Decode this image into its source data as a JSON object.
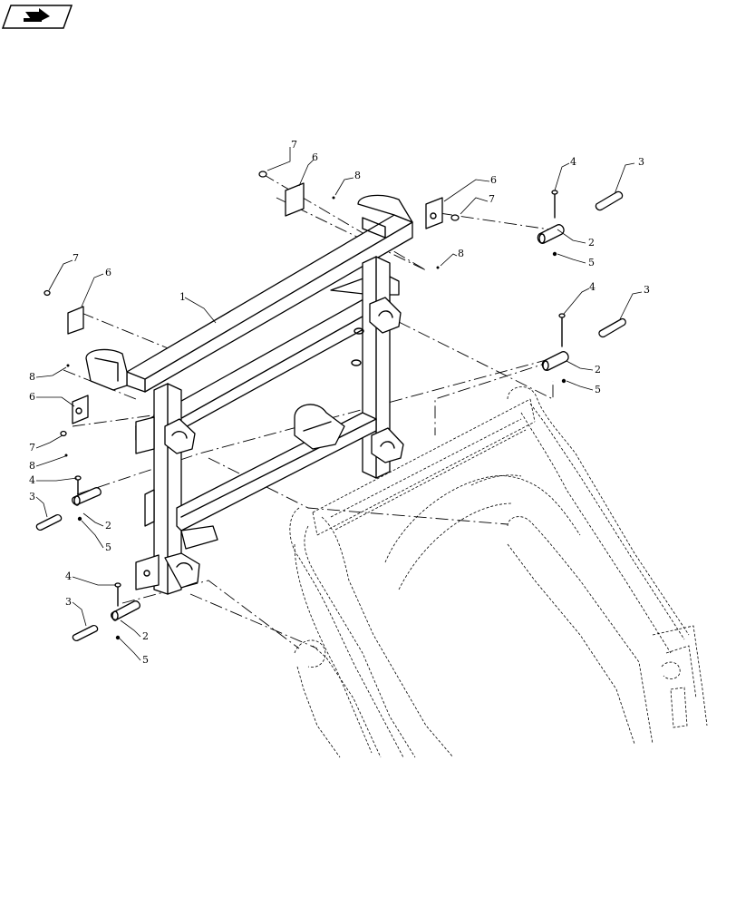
{
  "nav_icon": "back-arrow-icon",
  "callouts": [
    {
      "id": "c7a",
      "text": "7"
    },
    {
      "id": "c6a",
      "text": "6"
    },
    {
      "id": "c8a",
      "text": "8"
    },
    {
      "id": "c6b",
      "text": "6"
    },
    {
      "id": "c7b",
      "text": "7"
    },
    {
      "id": "c8b",
      "text": "8"
    },
    {
      "id": "c4a",
      "text": "4"
    },
    {
      "id": "c3a",
      "text": "3"
    },
    {
      "id": "c2a",
      "text": "2"
    },
    {
      "id": "c5a",
      "text": "5"
    },
    {
      "id": "c4b",
      "text": "4"
    },
    {
      "id": "c3b",
      "text": "3"
    },
    {
      "id": "c2b",
      "text": "2"
    },
    {
      "id": "c5b",
      "text": "5"
    },
    {
      "id": "c1",
      "text": "1"
    },
    {
      "id": "c7c",
      "text": "7"
    },
    {
      "id": "c6c",
      "text": "6"
    },
    {
      "id": "c8c",
      "text": "8"
    },
    {
      "id": "c6d",
      "text": "6"
    },
    {
      "id": "c7d",
      "text": "7"
    },
    {
      "id": "c8d",
      "text": "8"
    },
    {
      "id": "c4c",
      "text": "4"
    },
    {
      "id": "c3c",
      "text": "3"
    },
    {
      "id": "c2c",
      "text": "2"
    },
    {
      "id": "c5c",
      "text": "5"
    },
    {
      "id": "c4d",
      "text": "4"
    },
    {
      "id": "c3d",
      "text": "3"
    },
    {
      "id": "c2d",
      "text": "2"
    },
    {
      "id": "c5d",
      "text": "5"
    }
  ]
}
